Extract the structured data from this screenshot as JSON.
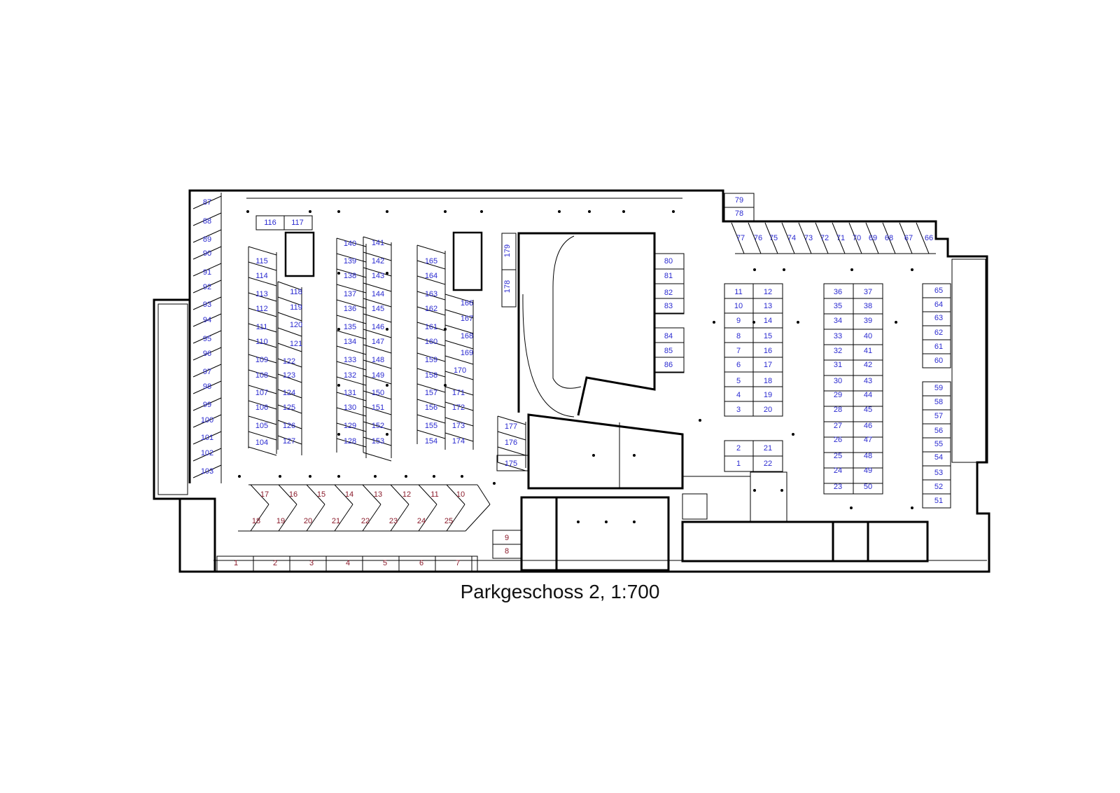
{
  "caption": "Parkgeschoss 2, 1:700",
  "colors": {
    "stall_number": "#2a2ad0",
    "special_stall_number": "#8a1a2a",
    "lines": "#000000"
  },
  "blue_stalls": [
    "1",
    "2",
    "3",
    "4",
    "5",
    "6",
    "7",
    "8",
    "9",
    "10",
    "11",
    "12",
    "13",
    "14",
    "15",
    "16",
    "17",
    "18",
    "19",
    "20",
    "21",
    "22",
    "23",
    "24",
    "25",
    "26",
    "27",
    "28",
    "29",
    "30",
    "31",
    "32",
    "33",
    "34",
    "35",
    "36",
    "37",
    "38",
    "39",
    "40",
    "41",
    "42",
    "43",
    "44",
    "45",
    "46",
    "47",
    "48",
    "49",
    "50",
    "51",
    "52",
    "53",
    "54",
    "55",
    "56",
    "57",
    "58",
    "59",
    "60",
    "61",
    "62",
    "63",
    "64",
    "65",
    "66",
    "67",
    "68",
    "69",
    "70",
    "71",
    "72",
    "73",
    "74",
    "75",
    "76",
    "77",
    "78",
    "79",
    "80",
    "81",
    "82",
    "83",
    "84",
    "85",
    "86",
    "87",
    "88",
    "89",
    "90",
    "91",
    "92",
    "93",
    "94",
    "95",
    "96",
    "97",
    "98",
    "99",
    "100",
    "101",
    "102",
    "103",
    "104",
    "105",
    "106",
    "107",
    "108",
    "109",
    "110",
    "111",
    "112",
    "113",
    "114",
    "115",
    "116",
    "117",
    "118",
    "119",
    "120",
    "121",
    "122",
    "123",
    "124",
    "125",
    "126",
    "127",
    "128",
    "129",
    "130",
    "131",
    "132",
    "133",
    "134",
    "135",
    "136",
    "137",
    "138",
    "139",
    "140",
    "141",
    "142",
    "143",
    "144",
    "145",
    "146",
    "147",
    "148",
    "149",
    "150",
    "151",
    "152",
    "153",
    "154",
    "155",
    "156",
    "157",
    "158",
    "159",
    "160",
    "161",
    "162",
    "163",
    "164",
    "165",
    "166",
    "167",
    "168",
    "169",
    "170",
    "171",
    "172",
    "173",
    "174",
    "175",
    "176",
    "177",
    "178",
    "179"
  ],
  "red_stalls": [
    "1",
    "2",
    "3",
    "4",
    "5",
    "6",
    "7",
    "8",
    "9",
    "10",
    "11",
    "12",
    "13",
    "14",
    "15",
    "16",
    "17",
    "18",
    "19",
    "20",
    "21",
    "22",
    "23",
    "24",
    "25"
  ]
}
